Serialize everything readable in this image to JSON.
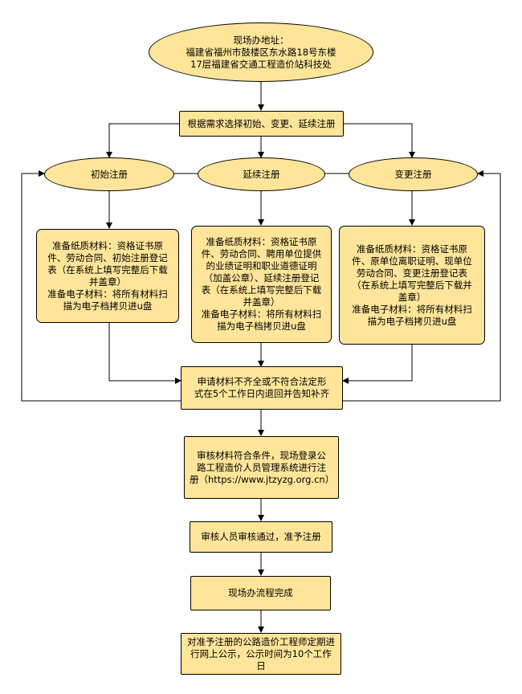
{
  "nodes": {
    "office": {
      "line1": "现场办地址：",
      "line2": "福建省福州市鼓楼区东水路18号东楼",
      "line3": "17层福建省交通工程造价站科技处"
    },
    "choose": "根据需求选择初始、变更、延续注册",
    "initial": "初始注册",
    "continue": "延续注册",
    "change": "变更注册",
    "initial_materials": {
      "l1": "准备纸质材料：资格证书原",
      "l2": "件、劳动合同、初始注册登记",
      "l3": "表（在系统上填写完整后下载",
      "l4": "并盖章）",
      "l5": "准备电子材料：将所有材料扫",
      "l6": "描为电子档拷贝进u盘"
    },
    "continue_materials": {
      "l1": "准备纸质材料：资格证书原",
      "l2": "件、劳动合同、聘用单位提供",
      "l3": "的业绩证明和职业道德证明",
      "l4": "（加盖公章）、延续注册登记",
      "l5": "表（在系统上填写完整后下载",
      "l6": "并盖章）",
      "l7": "准备电子材料：将所有材料扫",
      "l8": "描为电子档拷贝进u盘"
    },
    "change_materials": {
      "l1": "准备纸质材料：资格证书原",
      "l2": "件、原单位离职证明、现单位",
      "l3": "劳动合同、变更注册登记表",
      "l4": "（在系统上填写完整后下载并",
      "l5": "盖章）",
      "l6": "准备电子材料：将所有材料扫",
      "l7": "描为电子档拷贝进u盘"
    },
    "incomplete": {
      "l1": "申请材料不齐全或不符合法定形",
      "l2": "式在5个工作日内退回并告知补齐"
    },
    "review": {
      "l1": "审核材料符合条件，现场登录公",
      "l2": "路工程造价人员管理系统进行注",
      "l3": "册（https://www.jtzyzg.org.cn）"
    },
    "approve": "审核人员审核通过，准予注册",
    "complete": "现场办流程完成",
    "publicize": {
      "l1": "对准予注册的公路造价工程师定期进",
      "l2": "行网上公示，公示时间为10个工作日"
    }
  }
}
